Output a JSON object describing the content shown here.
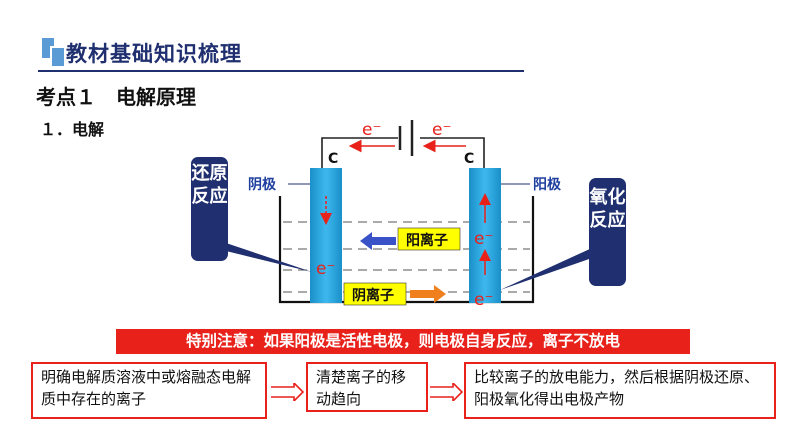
{
  "header": {
    "title": "教材基础知识梳理",
    "accent_color": "#5b9bd5",
    "icon": "bookmark-square-icon"
  },
  "section": {
    "heading": "考点１　电解原理",
    "subheading": "１．电解"
  },
  "diagram": {
    "electron_left": "e⁻",
    "electron_right": "e⁻",
    "electrode_letter_left": "C",
    "electrode_letter_right": "C",
    "cathode_label": "阴极",
    "anode_label": "阳极",
    "reduction_label": "还原反应",
    "oxidation_label": "氧化反应",
    "cation_label": "阳离子",
    "anion_label": "阴离子",
    "electron_cathode": "e⁻",
    "electron_anode_upper": "e⁻",
    "electron_anode_lower": "e⁻",
    "electrode_color": "#29a8e0",
    "bubble_color": "#1f2f6f",
    "ion_label_color": "#ffff00"
  },
  "warning": "特别注意：如果阳极是活性电极，则电极自身反应，离子不放电",
  "steps": [
    {
      "text": "明确电解质溶液中或熔融态电解质中存在的离子"
    },
    {
      "text": "清楚离子的移动趋向"
    },
    {
      "text": "比较离子的放电能力，然后根据阴极还原、阳极氧化得出电极产物"
    }
  ]
}
